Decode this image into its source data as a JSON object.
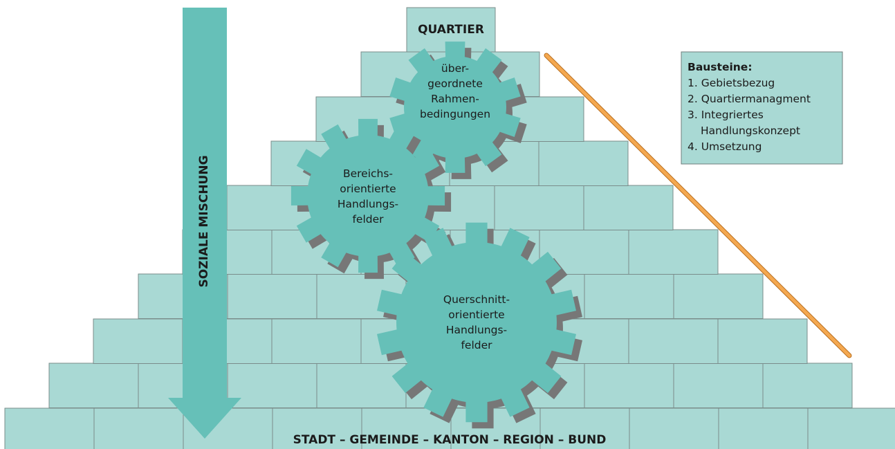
{
  "colors": {
    "brick_fill": "#a9d9d4",
    "brick_stroke": "#7a8c8a",
    "gear_fill": "#66c0b8",
    "gear_shadow": "#777777",
    "arrow_fill": "#66c0b8",
    "diagonal_line": "#f0a54a"
  },
  "pyramid": {
    "top_label": "QUARTIER",
    "base_label": "STADT – GEMEINDE – KANTON – REGION – BUND"
  },
  "arrow": {
    "label": "SOZIALE MISCHUNG"
  },
  "gears": [
    {
      "lines": [
        "über-",
        "geordnete",
        "Rahmen-",
        "bedingungen"
      ]
    },
    {
      "lines": [
        "Bereichs-",
        "orientierte",
        "Handlungs-",
        "felder"
      ]
    },
    {
      "lines": [
        "Querschnitt-",
        "orientierte",
        "Handlungs-",
        "felder"
      ]
    }
  ],
  "legend": {
    "title": "Bausteine:",
    "items": [
      "1. Gebietsbezug",
      "2. Quartiermanagment",
      "3. Integriertes",
      "Handlungskonzept",
      "4. Umsetzung"
    ]
  }
}
